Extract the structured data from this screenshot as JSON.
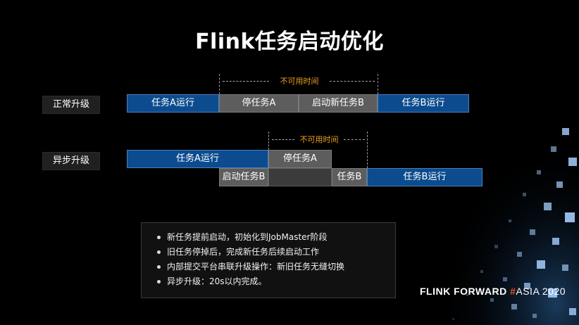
{
  "title": "Flink任务启动优化",
  "normal_upgrade": {
    "label": "正常升级",
    "segments": [
      "任务A运行",
      "停任务A",
      "启动新任务B",
      "任务B运行"
    ],
    "gap_label": "不可用时间"
  },
  "async_upgrade": {
    "label": "异步升级",
    "top_segments": [
      "任务A运行",
      "停任务A"
    ],
    "bottom_segments": [
      "启动任务B",
      "",
      "任务B",
      "任务B运行"
    ],
    "gap_label": "不可用时间"
  },
  "bullets": [
    "新任务提前启动，初始化到JobMaster阶段",
    "旧任务停掉后，完成新任务后续启动工作",
    "内部提交平台串联升级操作：新旧任务无缝切换",
    "异步升级：20s以内完成。"
  ],
  "brand": {
    "main": "FLINK FORWARD ",
    "hash": "#",
    "suffix": "ASIA 2020"
  },
  "colors": {
    "segment_blue": "#0c4c8e",
    "segment_gray": "#5d5d5d",
    "gap_label": "#f0a020",
    "brand_hash": "#e8521f"
  }
}
